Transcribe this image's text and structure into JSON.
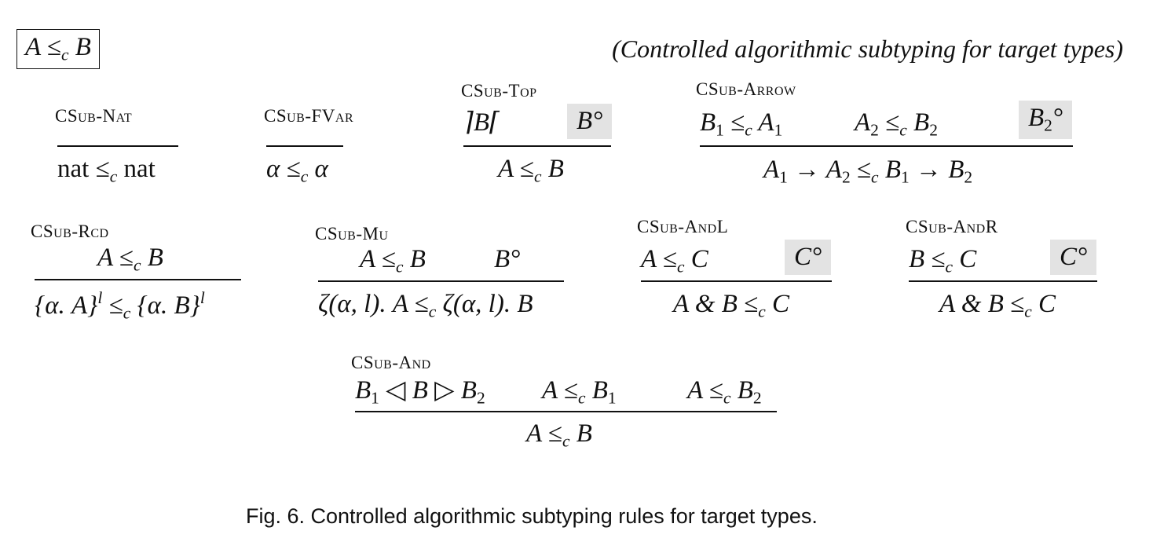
{
  "judgement": {
    "box": "A ≤c B",
    "title": "(Controlled algorithmic subtyping for target types)"
  },
  "rules": {
    "nat": {
      "name": "CSub-Nat",
      "concl": "nat ≤c nat"
    },
    "fvar": {
      "name": "CSub-FVar",
      "concl": "α ≤c α"
    },
    "top": {
      "name": "CSub-Top",
      "prem1": "⌉B⌈",
      "prem2": "B°",
      "concl": "A ≤c B"
    },
    "arrow": {
      "name": "CSub-Arrow",
      "prem1": "B1 ≤c A1",
      "prem2": "A2 ≤c B2",
      "prem3": "B2°",
      "concl": "A1 → A2 ≤c B1 → B2"
    },
    "rcd": {
      "name": "CSub-Rcd",
      "prem1": "A ≤c B",
      "concl": "{α. A}l ≤c {α. B}l"
    },
    "mu": {
      "name": "CSub-Mu",
      "prem1": "A ≤c B",
      "prem2": "B°",
      "concl": "ζ(α, l). A ≤c ζ(α, l). B"
    },
    "andl": {
      "name": "CSub-AndL",
      "prem1": "A ≤c C",
      "prem2": "C°",
      "concl": "A & B ≤c C"
    },
    "andr": {
      "name": "CSub-AndR",
      "prem1": "B ≤c C",
      "prem2": "C°",
      "concl": "A & B ≤c C"
    },
    "and": {
      "name": "CSub-And",
      "prem1": "B1 ◁ B ▷ B2",
      "prem2": "A ≤c B1",
      "prem3": "A ≤c B2",
      "concl": "A ≤c B"
    }
  },
  "caption": "Fig. 6.  Controlled algorithmic subtyping rules for target types."
}
